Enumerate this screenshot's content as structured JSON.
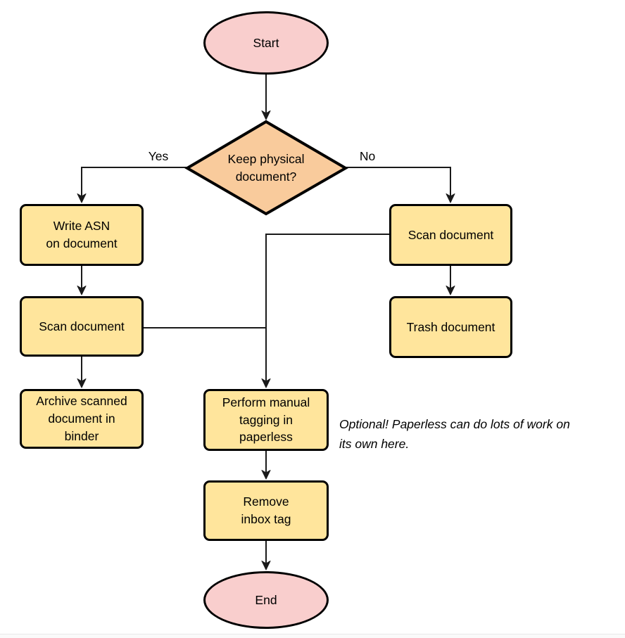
{
  "flowchart": {
    "nodes": {
      "start": "Start",
      "decision": "Keep physical\ndocument?",
      "write_asn": "Write ASN\non document",
      "scan_left": "Scan document",
      "archive": "Archive scanned\ndocument in\nbinder",
      "scan_right": "Scan document",
      "trash": "Trash document",
      "tagging": "Perform manual\ntagging in\npaperless",
      "remove_inbox": "Remove\ninbox tag",
      "end": "End"
    },
    "edge_labels": {
      "yes": "Yes",
      "no": "No"
    },
    "annotation": "Optional! Paperless can do lots of work on\nits own here.",
    "edges": [
      {
        "from": "start",
        "to": "decision",
        "label": ""
      },
      {
        "from": "decision",
        "to": "write_asn",
        "label": "Yes"
      },
      {
        "from": "decision",
        "to": "scan_right",
        "label": "No"
      },
      {
        "from": "write_asn",
        "to": "scan_left",
        "label": ""
      },
      {
        "from": "scan_left",
        "to": "archive",
        "label": ""
      },
      {
        "from": "scan_left",
        "to": "tagging",
        "label": ""
      },
      {
        "from": "scan_right",
        "to": "trash",
        "label": ""
      },
      {
        "from": "scan_right",
        "to": "tagging",
        "label": ""
      },
      {
        "from": "tagging",
        "to": "remove_inbox",
        "label": ""
      },
      {
        "from": "remove_inbox",
        "to": "end",
        "label": ""
      }
    ],
    "colors": {
      "terminator_fill": "#f9cecd",
      "decision_fill": "#f9cb9c",
      "process_fill": "#ffe59c",
      "stroke": "#000000",
      "edge_stroke": "#1a1a1a",
      "background": "#ffffff"
    }
  }
}
